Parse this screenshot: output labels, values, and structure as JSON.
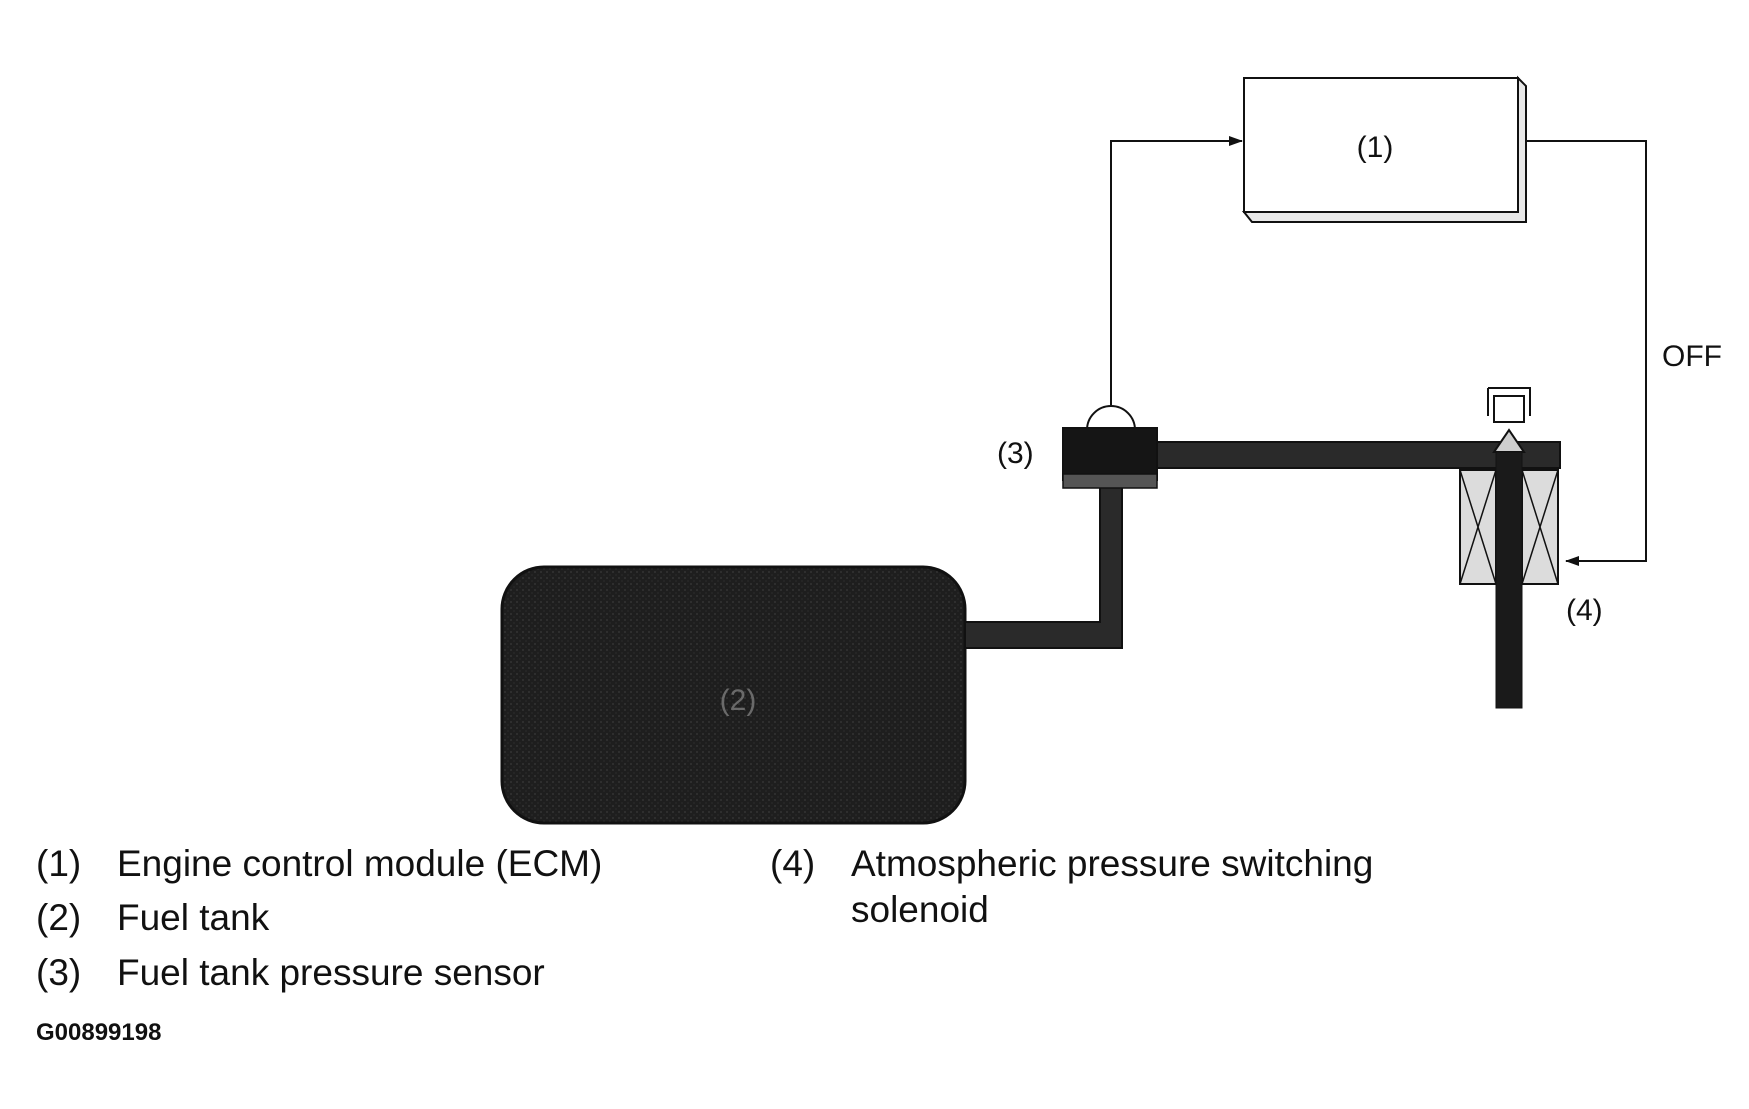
{
  "callouts": {
    "ecm": "(1)",
    "fuel_tank": "(2)",
    "pressure_sensor": "(3)",
    "solenoid": "(4)",
    "signal_state": "OFF"
  },
  "legend": [
    {
      "num": "(1)",
      "label": "Engine control module (ECM)"
    },
    {
      "num": "(2)",
      "label": "Fuel tank"
    },
    {
      "num": "(3)",
      "label": "Fuel tank pressure sensor"
    },
    {
      "num": "(4)",
      "label": "Atmospheric pressure switching",
      "label_cont": "solenoid"
    }
  ],
  "figure_id": "G00899198",
  "colors": {
    "line": "#111111",
    "tank_fill": "#1e1e1e",
    "pipe_fill": "#2a2a2a",
    "coil_fill": "#dcdcdc",
    "plunger_fill": "#cfcfcf"
  }
}
